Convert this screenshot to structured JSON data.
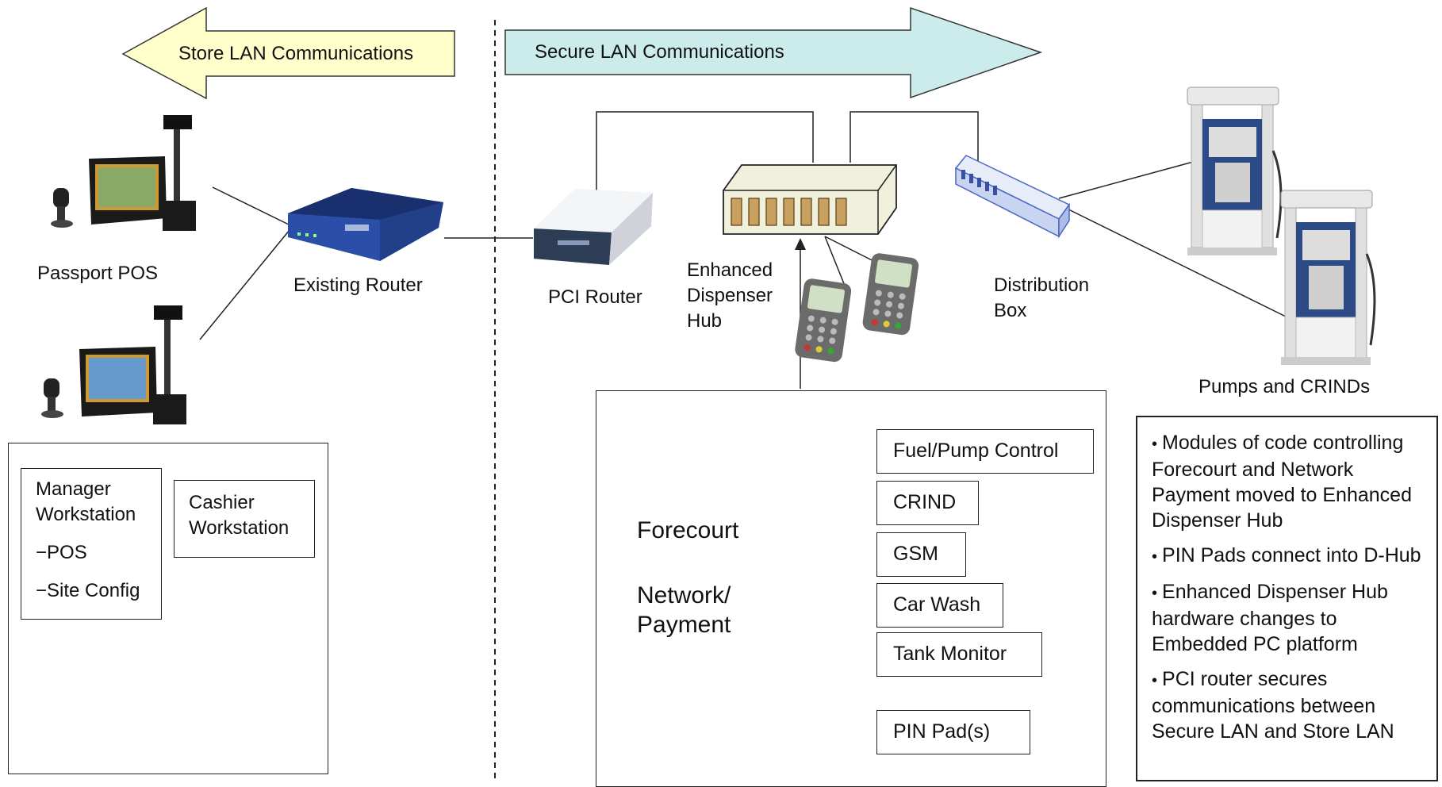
{
  "arrows": {
    "store_lan": "Store LAN Communications",
    "secure_lan": "Secure LAN Communications"
  },
  "devices": {
    "passport_pos": "Passport POS",
    "existing_router": "Existing Router",
    "pci_router": "PCI Router",
    "enhanced_hub": "Enhanced\nDispenser\nHub",
    "distribution_box": "Distribution\nBox",
    "pumps": "Pumps and CRINDs"
  },
  "workstations": {
    "manager": "Manager\nWorkstation",
    "manager_pos": "−POS",
    "manager_site": "−Site Config",
    "cashier": "Cashier\nWorkstation"
  },
  "groups": {
    "forecourt": "Forecourt",
    "network_payment": "Network/\nPayment"
  },
  "modules": [
    "Fuel/Pump Control",
    "CRIND",
    "GSM",
    "Car Wash",
    "Tank Monitor",
    "PIN Pad(s)"
  ],
  "notes": [
    "Modules of code controlling Forecourt and Network Payment moved to Enhanced Dispenser Hub",
    "PIN Pads connect into D-Hub",
    "Enhanced Dispenser Hub hardware changes to Embedded PC platform",
    "PCI router secures communications between Secure LAN and Store LAN"
  ],
  "colors": {
    "store_arrow": "#FFFFCC",
    "secure_arrow": "#CCECEC",
    "router_blue": "#2B4FA8",
    "hub_body": "#F0F0DC"
  }
}
